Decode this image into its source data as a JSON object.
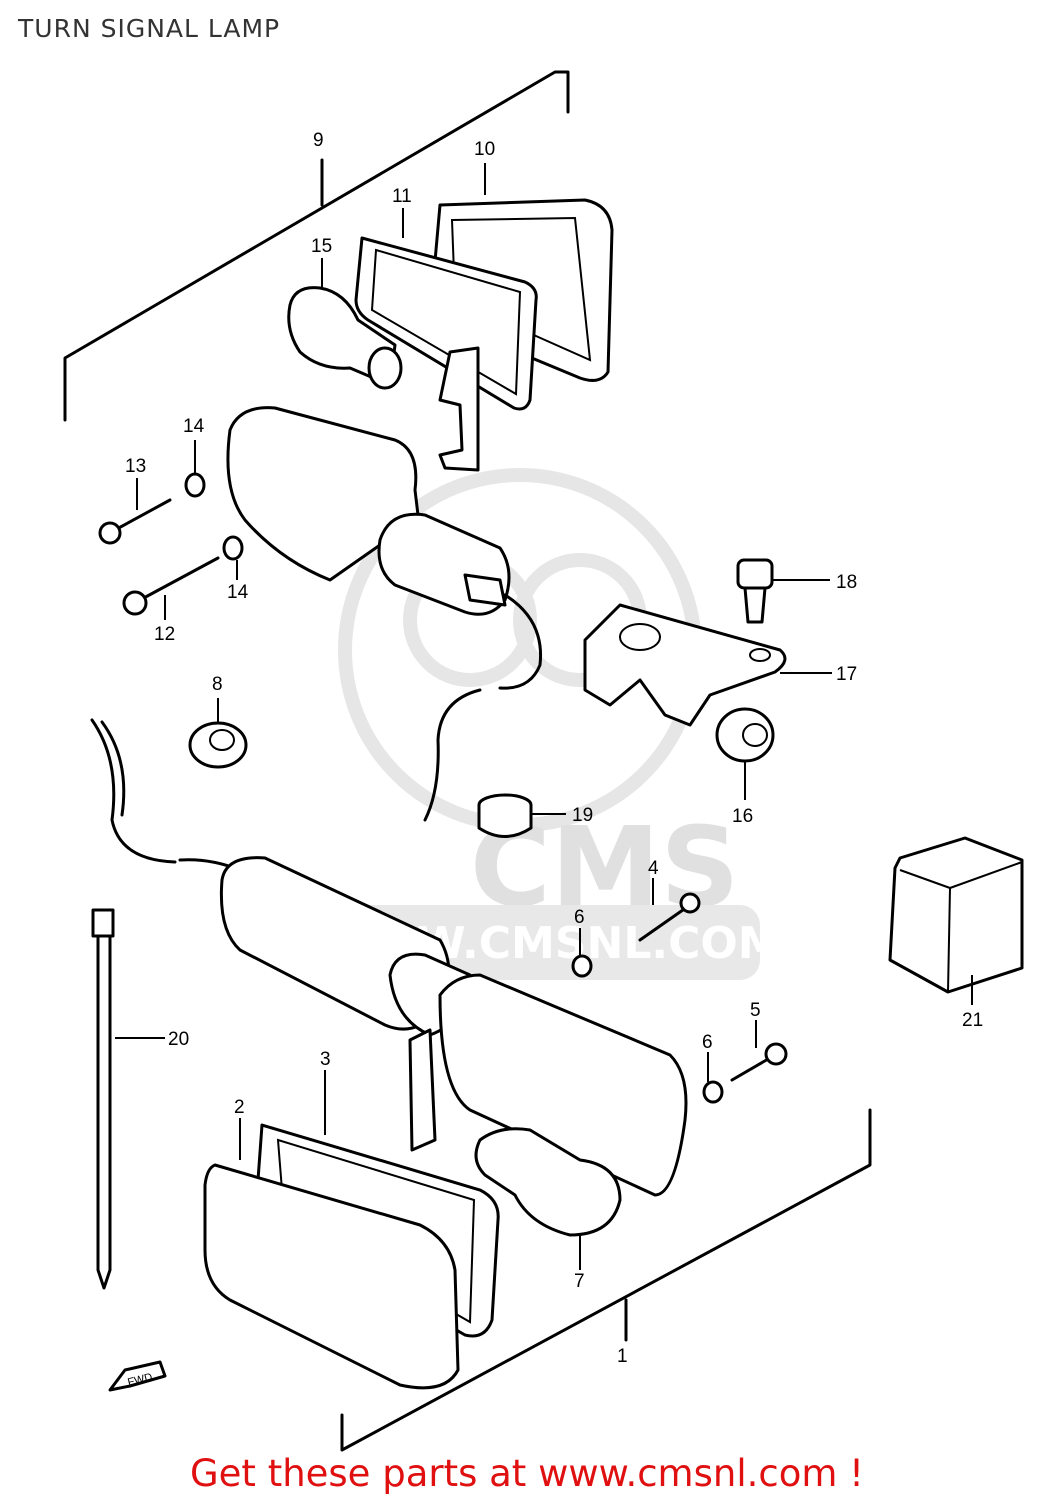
{
  "title": "TURN SIGNAL LAMP",
  "footer": "Get these parts at www.cmsnl.com !",
  "watermark": {
    "logo_text": "CMS",
    "url_text": "WWW.CMSNL.COM"
  },
  "fwd_label": "FWD",
  "part_numbers": {
    "p1": "1",
    "p2": "2",
    "p3": "3",
    "p4": "4",
    "p5": "5",
    "p6a": "6",
    "p6b": "6",
    "p7": "7",
    "p8": "8",
    "p9": "9",
    "p10": "10",
    "p11": "11",
    "p12": "12",
    "p13": "13",
    "p14a": "14",
    "p14b": "14",
    "p15": "15",
    "p16": "16",
    "p17": "17",
    "p18": "18",
    "p19": "19",
    "p20": "20",
    "p21": "21"
  },
  "colors": {
    "footer_text": "#e01010",
    "line": "#000000",
    "watermark": "#e6e6e6"
  }
}
